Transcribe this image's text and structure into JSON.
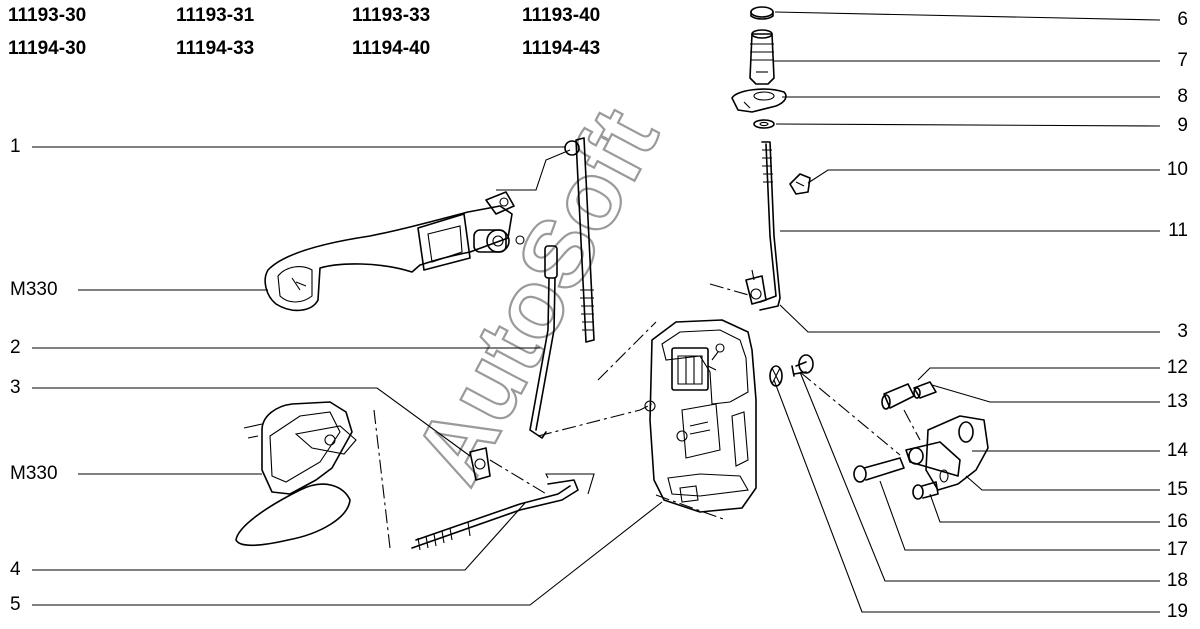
{
  "model_codes": {
    "row1": [
      "11193-30",
      "11193-31",
      "11193-33",
      "11193-40"
    ],
    "row2": [
      "11194-30",
      "11194-33",
      "11194-40",
      "11194-43"
    ]
  },
  "callouts_left": [
    "1",
    "M330",
    "2",
    "3",
    "M330",
    "4",
    "5"
  ],
  "callouts_right": [
    "6",
    "7",
    "8",
    "9",
    "10",
    "11",
    "3",
    "12",
    "13",
    "14",
    "15",
    "16",
    "17",
    "18",
    "19"
  ],
  "watermark": "AutoSoft"
}
